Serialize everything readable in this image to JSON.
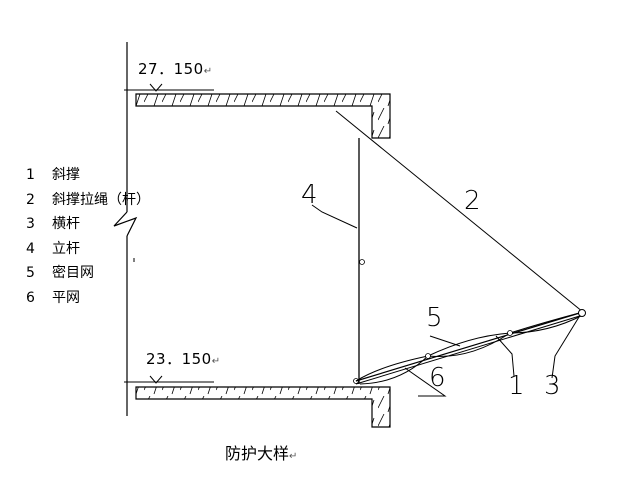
{
  "legend": [
    {
      "num": "1",
      "label": "斜撑"
    },
    {
      "num": "2",
      "label": "斜撑拉绳（杆）"
    },
    {
      "num": "3",
      "label": "横杆"
    },
    {
      "num": "4",
      "label": "立杆"
    },
    {
      "num": "5",
      "label": "密目网"
    },
    {
      "num": "6",
      "label": "平网"
    }
  ],
  "elevations": {
    "top": "27．150",
    "bottom": "23．150"
  },
  "callouts": {
    "c1": "1",
    "c2": "2",
    "c3": "3",
    "c4": "4",
    "c5": "5",
    "c6": "6"
  },
  "caption": "防护大样",
  "return_mark": "↵"
}
